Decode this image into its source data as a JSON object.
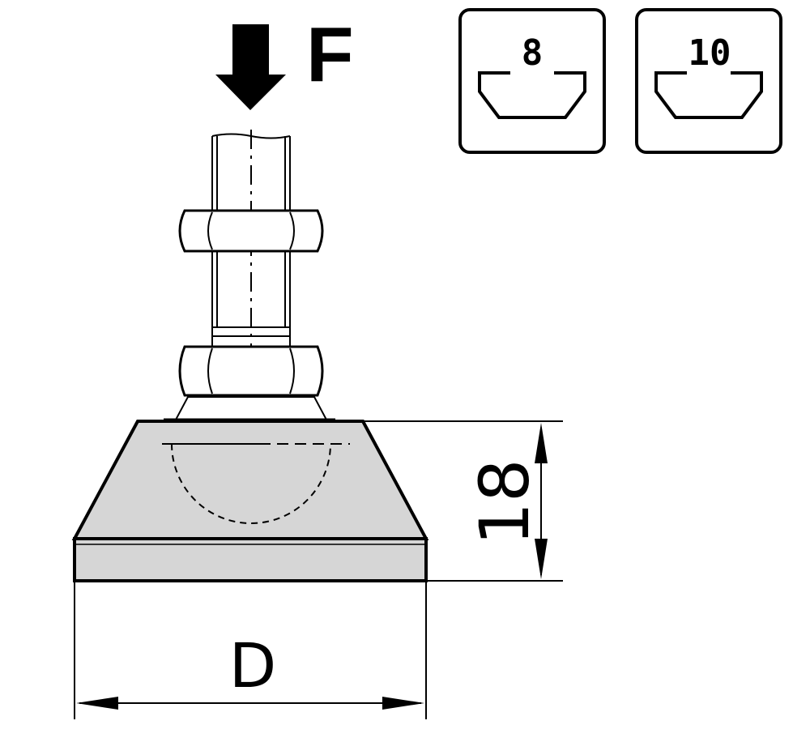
{
  "diagram": {
    "force_label": "F",
    "slot_badges": [
      {
        "label": "8",
        "icon": "t-slot-profile-icon"
      },
      {
        "label": "10",
        "icon": "t-slot-profile-icon"
      }
    ],
    "dimension_height": "18",
    "dimension_diameter": "D",
    "colors": {
      "line": "#000000",
      "base_fill": "#d6d6d6",
      "background": "#ffffff"
    }
  }
}
